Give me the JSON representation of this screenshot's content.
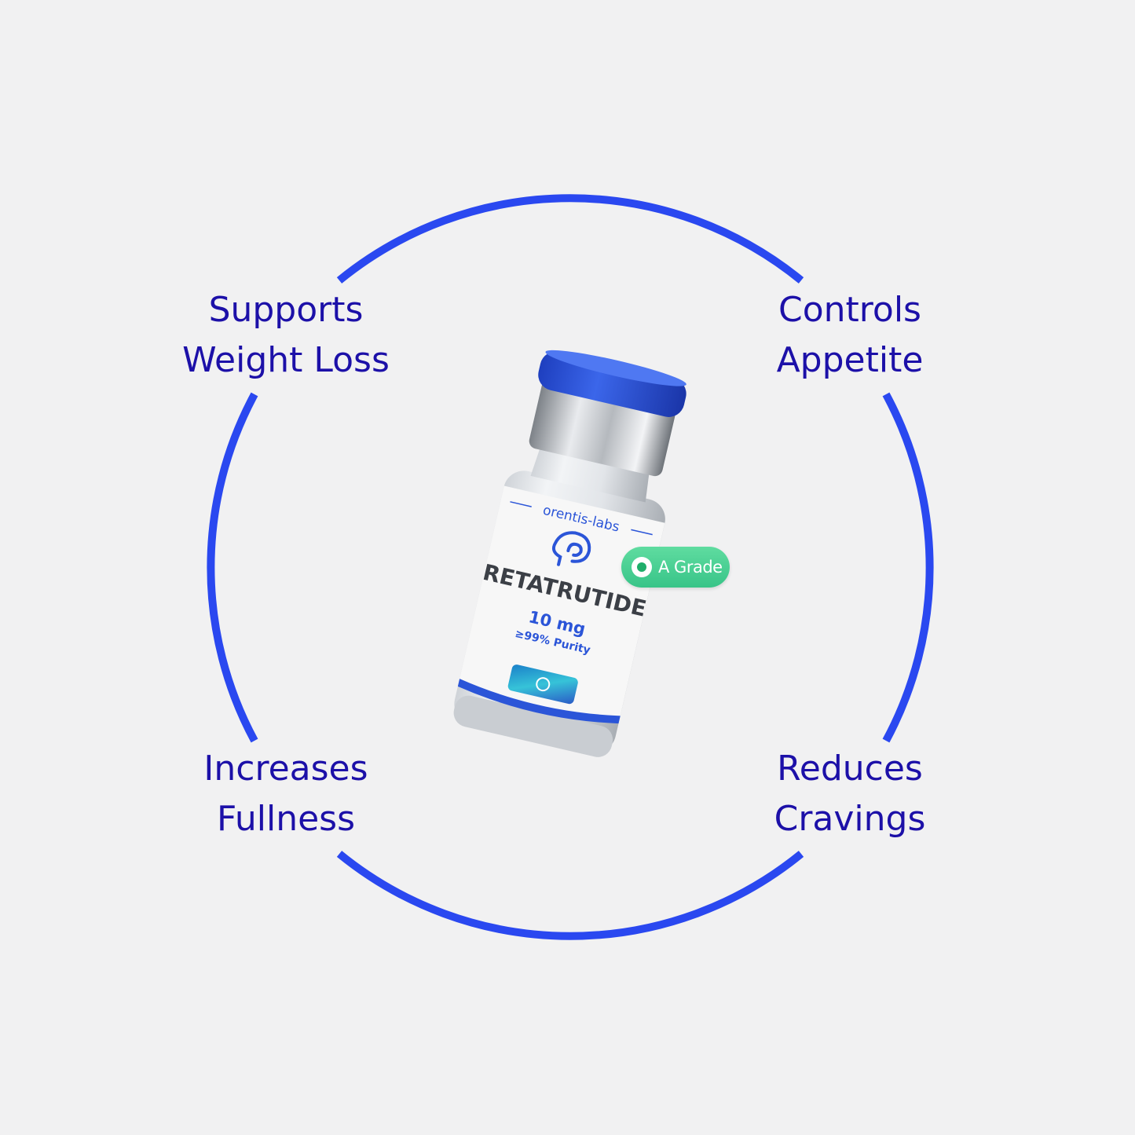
{
  "colors": {
    "background": "#f1f1f2",
    "ring": "#2a48f0",
    "benefit_text": "#1c10a8",
    "cap": "#2b55d8",
    "badge": "#3fcb8d"
  },
  "benefits": {
    "top_left": {
      "line1": "Supports",
      "line2": "Weight Loss"
    },
    "top_right": {
      "line1": "Controls",
      "line2": "Appetite"
    },
    "bottom_left": {
      "line1": "Increases",
      "line2": "Fullness"
    },
    "bottom_right": {
      "line1": "Reduces",
      "line2": "Cravings"
    }
  },
  "product": {
    "brand": "orentis-labs",
    "logo_icon": "head-spiral-icon",
    "name": "RETATRUTIDE",
    "dose": "10 mg",
    "purity": "≥99% Purity",
    "hologram_icon": "hologram-seal-icon"
  },
  "badge": {
    "label": "A Grade",
    "icon": "status-dot-icon"
  }
}
